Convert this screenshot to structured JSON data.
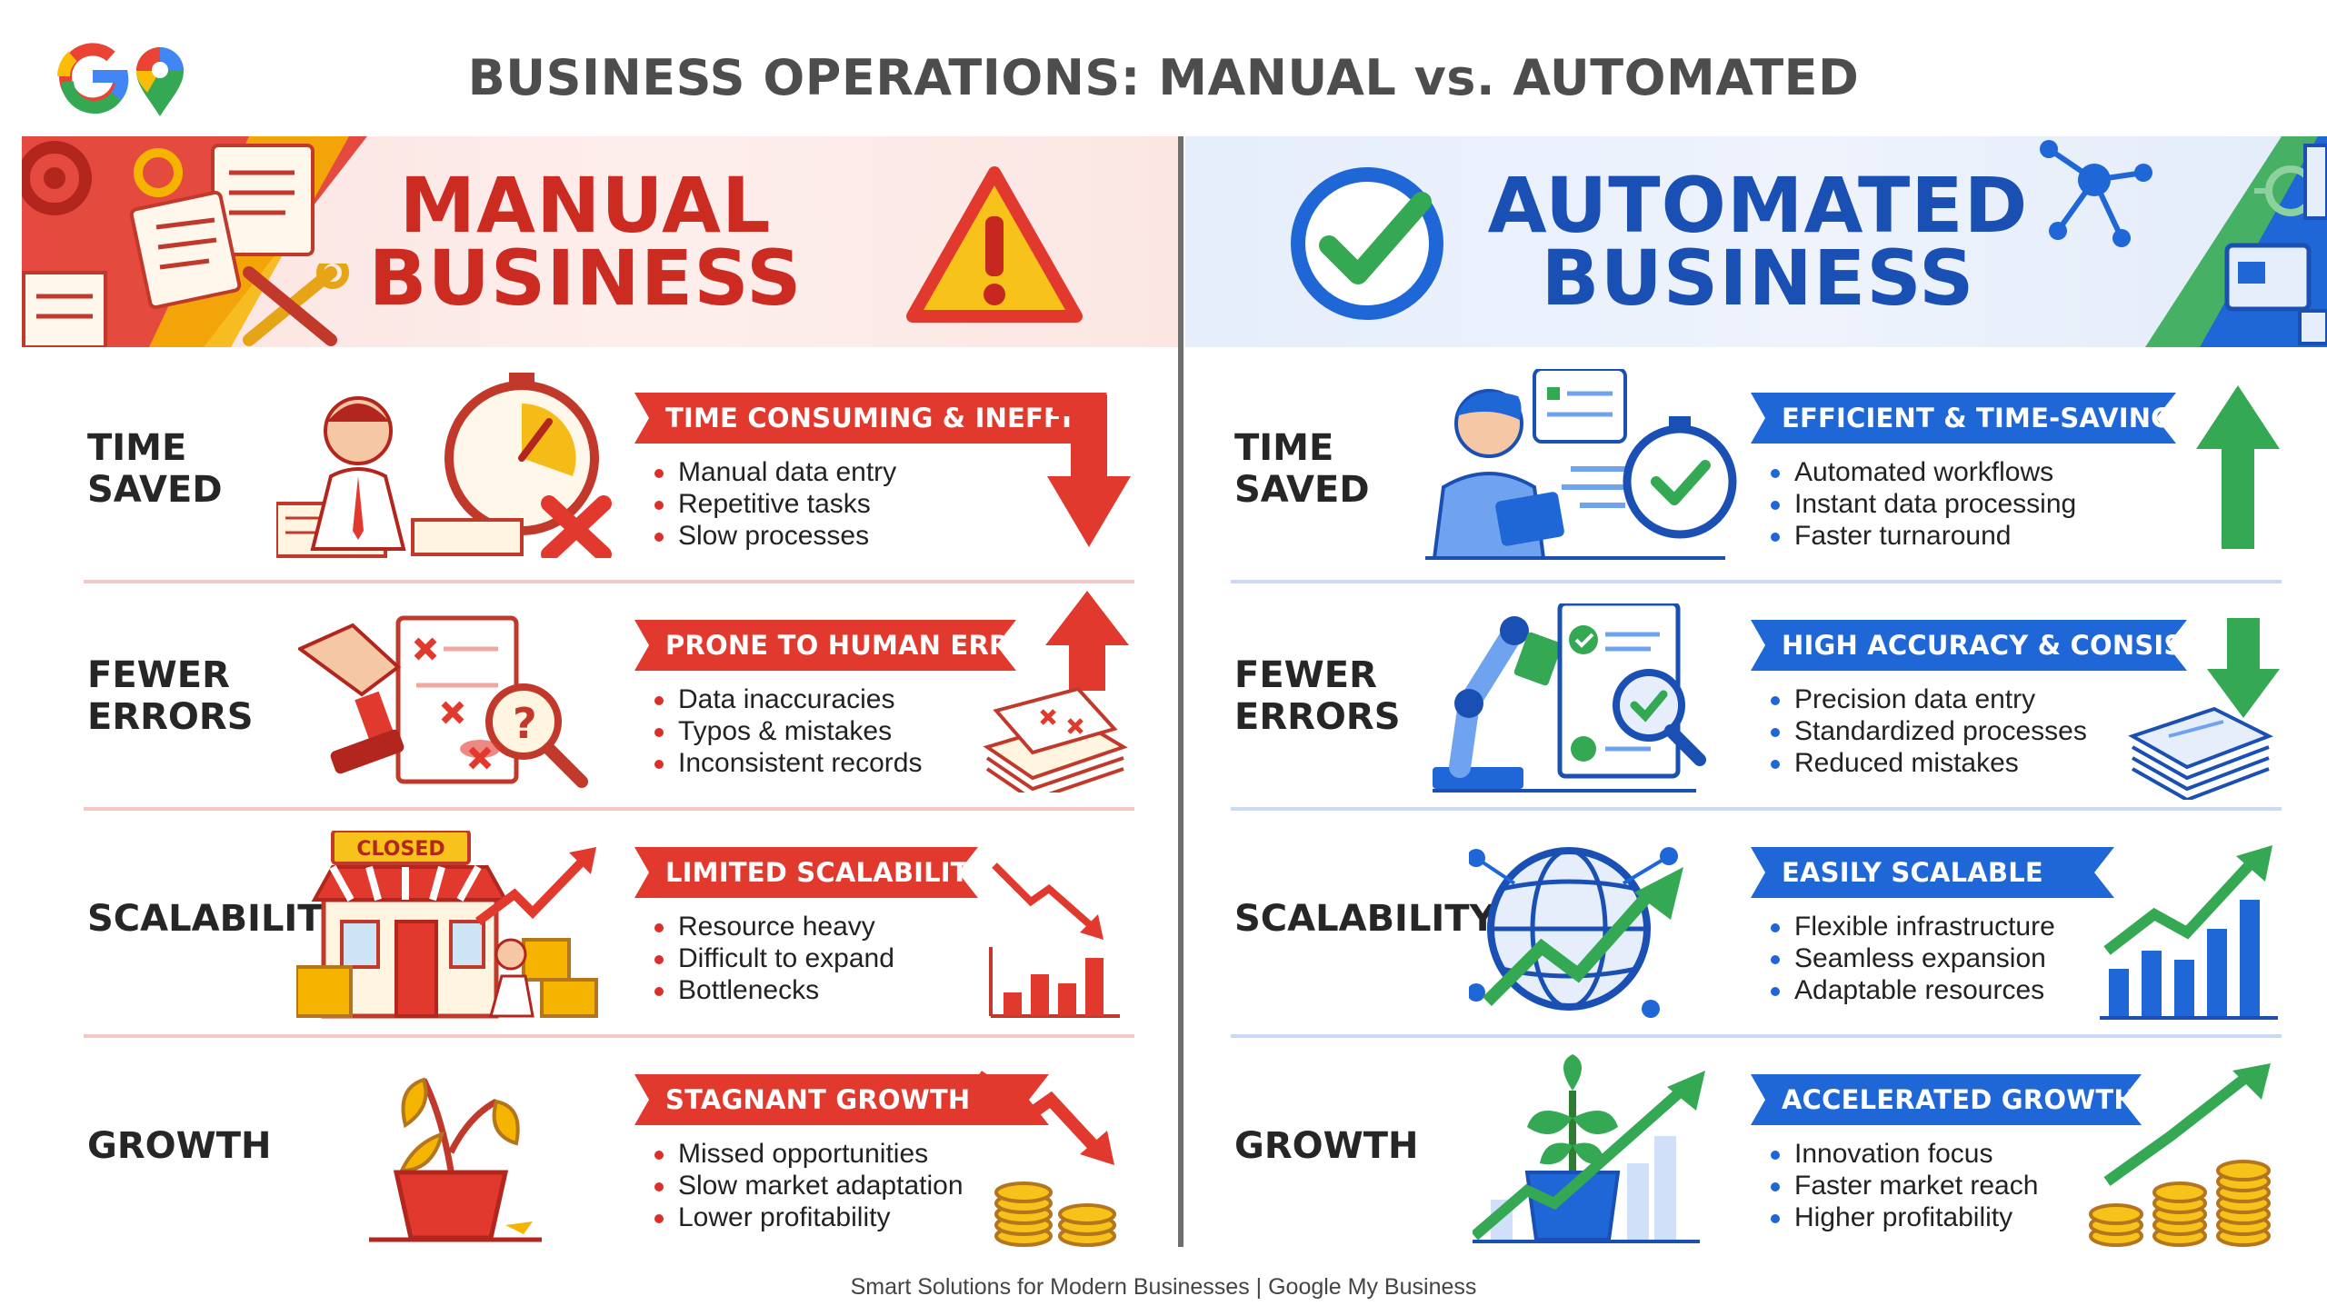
{
  "header": {
    "title": "BUSINESS OPERATIONS: MANUAL vs. AUTOMATED"
  },
  "manual": {
    "title": "MANUAL\nBUSINESS",
    "accent": "#e2392e",
    "rows": [
      {
        "label": "TIME\nSAVED",
        "heading": "TIME CONSUMING & INEFFICIENT",
        "bullets": [
          "Manual data entry",
          "Repetitive tasks",
          "Slow processes"
        ]
      },
      {
        "label": "FEWER\nERRORS",
        "heading": "PRONE TO HUMAN ERROR",
        "bullets": [
          "Data inaccuracies",
          "Typos & mistakes",
          "Inconsistent records"
        ]
      },
      {
        "label": "SCALABILITY",
        "heading": "LIMITED SCALABILITY",
        "bullets": [
          "Resource heavy",
          "Difficult to expand",
          "Bottlenecks"
        ],
        "store_sign": "CLOSED"
      },
      {
        "label": "GROWTH",
        "heading": "STAGNANT GROWTH",
        "bullets": [
          "Missed opportunities",
          "Slow market adaptation",
          "Lower profitability"
        ]
      }
    ]
  },
  "automated": {
    "title": "AUTOMATED\nBUSINESS",
    "accent": "#1f66d6",
    "rows": [
      {
        "label": "TIME\nSAVED",
        "heading": "EFFICIENT & TIME-SAVING",
        "bullets": [
          "Automated workflows",
          "Instant data processing",
          "Faster turnaround"
        ]
      },
      {
        "label": "FEWER\nERRORS",
        "heading": "HIGH ACCURACY & CONSISTENCY",
        "bullets": [
          "Precision data entry",
          "Standardized processes",
          "Reduced mistakes"
        ]
      },
      {
        "label": "SCALABILITY",
        "heading": "EASILY SCALABLE",
        "bullets": [
          "Flexible infrastructure",
          "Seamless expansion",
          "Adaptable resources"
        ]
      },
      {
        "label": "GROWTH",
        "heading": "ACCELERATED GROWTH",
        "bullets": [
          "Innovation focus",
          "Faster market reach",
          "Higher profitability"
        ]
      }
    ]
  },
  "footer": {
    "text": "Smart Solutions for Modern Businesses | Google My Business"
  },
  "icons": {
    "logo": "google-g-maps-pin-logo",
    "manual_banner": [
      "gears-documents-icon",
      "wrench-screwdriver-icon",
      "warning-triangle-icon"
    ],
    "auto_banner": [
      "checkmark-circle-icon",
      "network-nodes-icon",
      "circuit-board-icon"
    ],
    "manual_rows": [
      "stressed-worker-clock-icon",
      "stamp-error-document-icon",
      "closed-store-icon",
      "wilted-plant-icon"
    ],
    "auto_rows": [
      "worker-laptop-stopwatch-icon",
      "robot-arm-document-icon",
      "globe-network-icon",
      "growing-plant-icon"
    ]
  }
}
